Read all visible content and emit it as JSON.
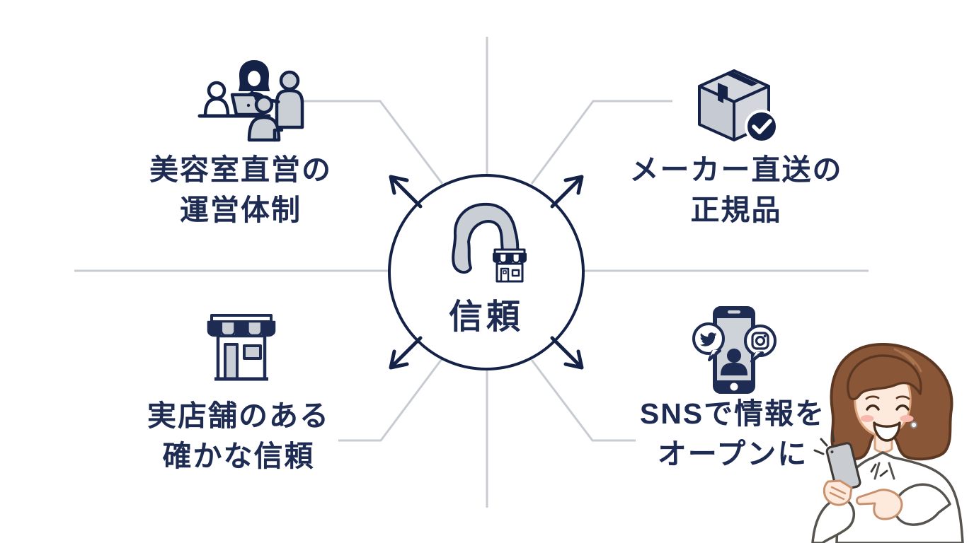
{
  "diagram": {
    "type": "radial-trust-infographic",
    "center": {
      "label": "信頼",
      "icons": [
        "wig-icon",
        "small-storefront-icon"
      ]
    },
    "quadrants": {
      "top_left": {
        "line1": "美容室直営の",
        "line2": "運営体制",
        "icon": "salon-staff-icon"
      },
      "top_right": {
        "line1": "メーカー直送の",
        "line2": "正規品",
        "icon": "package-check-icon"
      },
      "bottom_left": {
        "line1": "実店舗のある",
        "line2": "確かな信頼",
        "icon": "storefront-icon"
      },
      "bottom_right": {
        "line1": "SNSで情報を",
        "line2": "オープンに",
        "icon": "sns-smartphone-icon"
      }
    },
    "illustration": "woman-smiling-with-smartphone",
    "colors": {
      "navy": "#1e2b52",
      "icon_navy": "#152247",
      "connector_gray": "#c7cbd2",
      "icon_gray": "#caced5",
      "hair_brown": "#8a5638",
      "skin": "#fdeadc",
      "blush": "#f7b9ae",
      "background": "#ffffff"
    }
  }
}
